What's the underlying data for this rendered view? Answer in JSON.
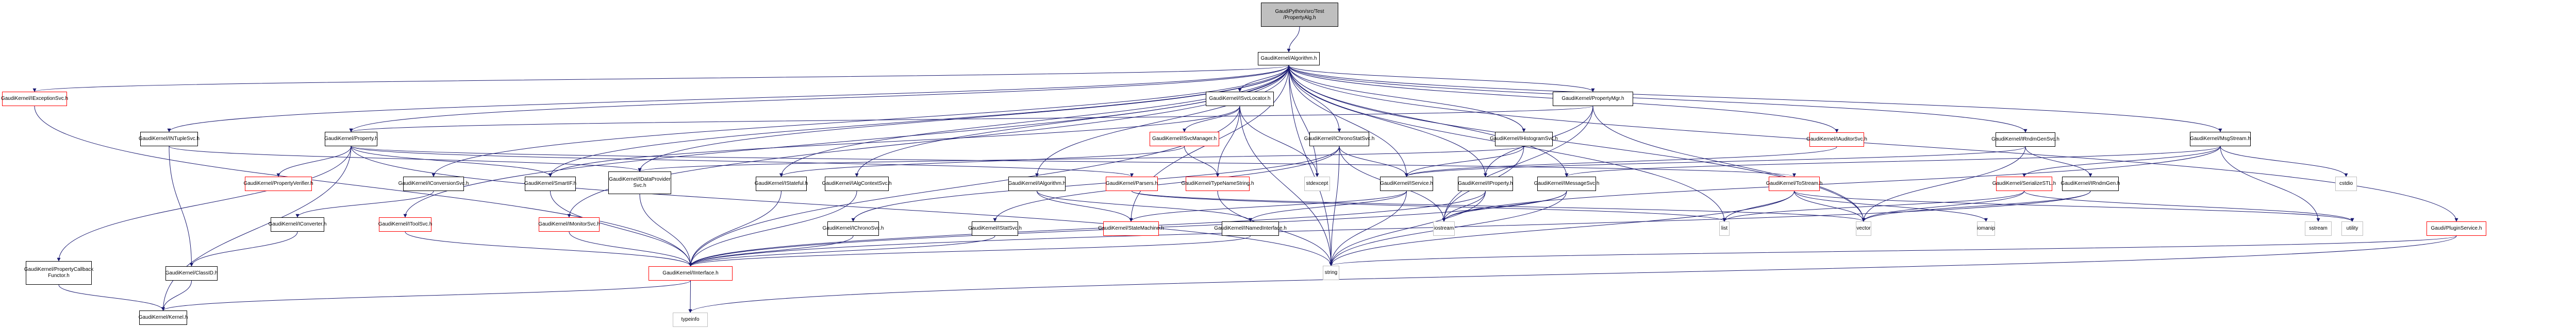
{
  "title": "Include dependency graph for PropertyAlg.h",
  "colors": {
    "edge": "#191970",
    "root_fill": "#bfbfbf",
    "missing_border": "#ff0000",
    "system_border": "#bfbfbf"
  },
  "nodes": {
    "root": "GaudiPython/src/Test\n/PropertyAlg.h",
    "algorithm": "GaudiKernel/Algorithm.h",
    "iexceptionsvc": "GaudiKernel/IExceptionSvc.h",
    "intuplesvc": "GaudiKernel/INTupleSvc.h",
    "property": "GaudiKernel/Property.h",
    "isvclocator": "GaudiKernel/ISvcLocator.h",
    "propertymgr": "GaudiKernel/PropertyMgr.h",
    "isvcmanager": "GaudiKernel/ISvcManager.h",
    "ichronostatsvc": "GaudiKernel/IChronoStatSvc.h",
    "ihistogramsvc": "GaudiKernel/IHistogramSvc.h",
    "iauditorsvc": "GaudiKernel/IAuditorSvc.h",
    "irndmgensvc": "GaudiKernel/IRndmGenSvc.h",
    "msgstream": "GaudiKernel/MsgStream.h",
    "propertyverifier": "GaudiKernel/PropertyVerifier.h",
    "iconversionsvc": "GaudiKernel/IConversionSvc.h",
    "smartif": "GaudiKernel/SmartIF.h",
    "idataprovidersvc": "GaudiKernel/IDataProvider\nSvc.h",
    "istateful": "GaudiKernel/IStateful.h",
    "ialgcontextsvc": "GaudiKernel/IAlgContextSvc.h",
    "ialgorithm": "GaudiKernel/IAlgorithm.h",
    "parsers": "GaudiKernel/Parsers.h",
    "typenamestring": "GaudiKernel/TypeNameString.h",
    "stdexcept": "stdexcept",
    "iservice": "GaudiKernel/IService.h",
    "iproperty": "GaudiKernel/IProperty.h",
    "imessagesvc": "GaudiKernel/IMessageSvc.h",
    "tostream": "GaudiKernel/ToStream.h",
    "serializestl": "GaudiKernel/SerializeSTL.h",
    "irndmgen": "GaudiKernel/IRndmGen.h",
    "cstdio": "cstdio",
    "iconverter": "GaudiKernel/IConverter.h",
    "itoolsvc": "GaudiKernel/IToolSvc.h",
    "imonitorsvc": "GaudiKernel/IMonitorSvc.h",
    "ichronosvc": "GaudiKernel/IChronoSvc.h",
    "istatsvc": "GaudiKernel/IStatSvc.h",
    "statemachine": "GaudiKernel/StateMachine.h",
    "inamedinterface": "GaudiKernel/INamedInterface.h",
    "iostream": "iostream",
    "list": "list",
    "vector": "vector",
    "iomanip": "iomanip",
    "sstream": "sstream",
    "utility": "utility",
    "pluginservice": "Gaudi/PluginService.h",
    "propertycallbackfunctor": "GaudiKernel/PropertyCallback\nFunctor.h",
    "classid": "GaudiKernel/ClassID.h",
    "iinterface": "GaudiKernel/IInterface.h",
    "string": "string",
    "kernel": "GaudiKernel/Kernel.h",
    "typeinfo": "typeinfo"
  }
}
